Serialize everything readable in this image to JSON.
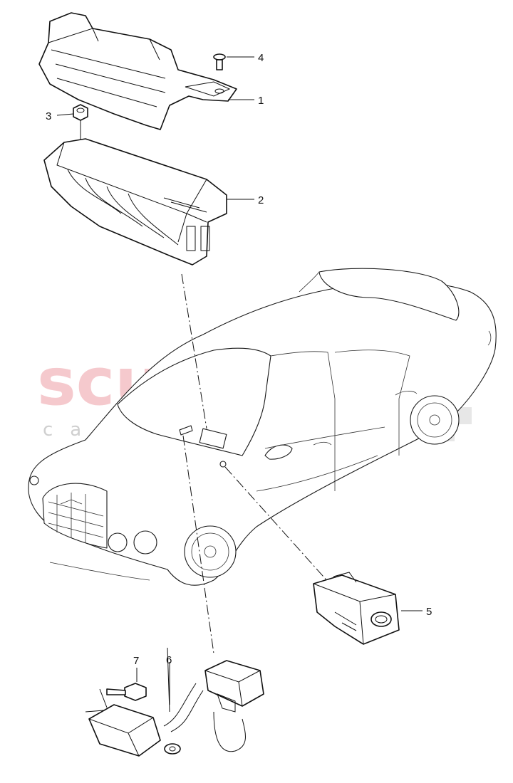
{
  "watermark": {
    "brand": "scuderia",
    "tagline": "car parts"
  },
  "callouts": [
    {
      "number": "1"
    },
    {
      "number": "2"
    },
    {
      "number": "3"
    },
    {
      "number": "4"
    },
    {
      "number": "5"
    },
    {
      "number": "6"
    },
    {
      "number": "7"
    }
  ],
  "colors": {
    "line": "#111111",
    "background": "#ffffff",
    "watermark_red": "#f2b8bd",
    "watermark_gray": "#cfcfcf"
  }
}
